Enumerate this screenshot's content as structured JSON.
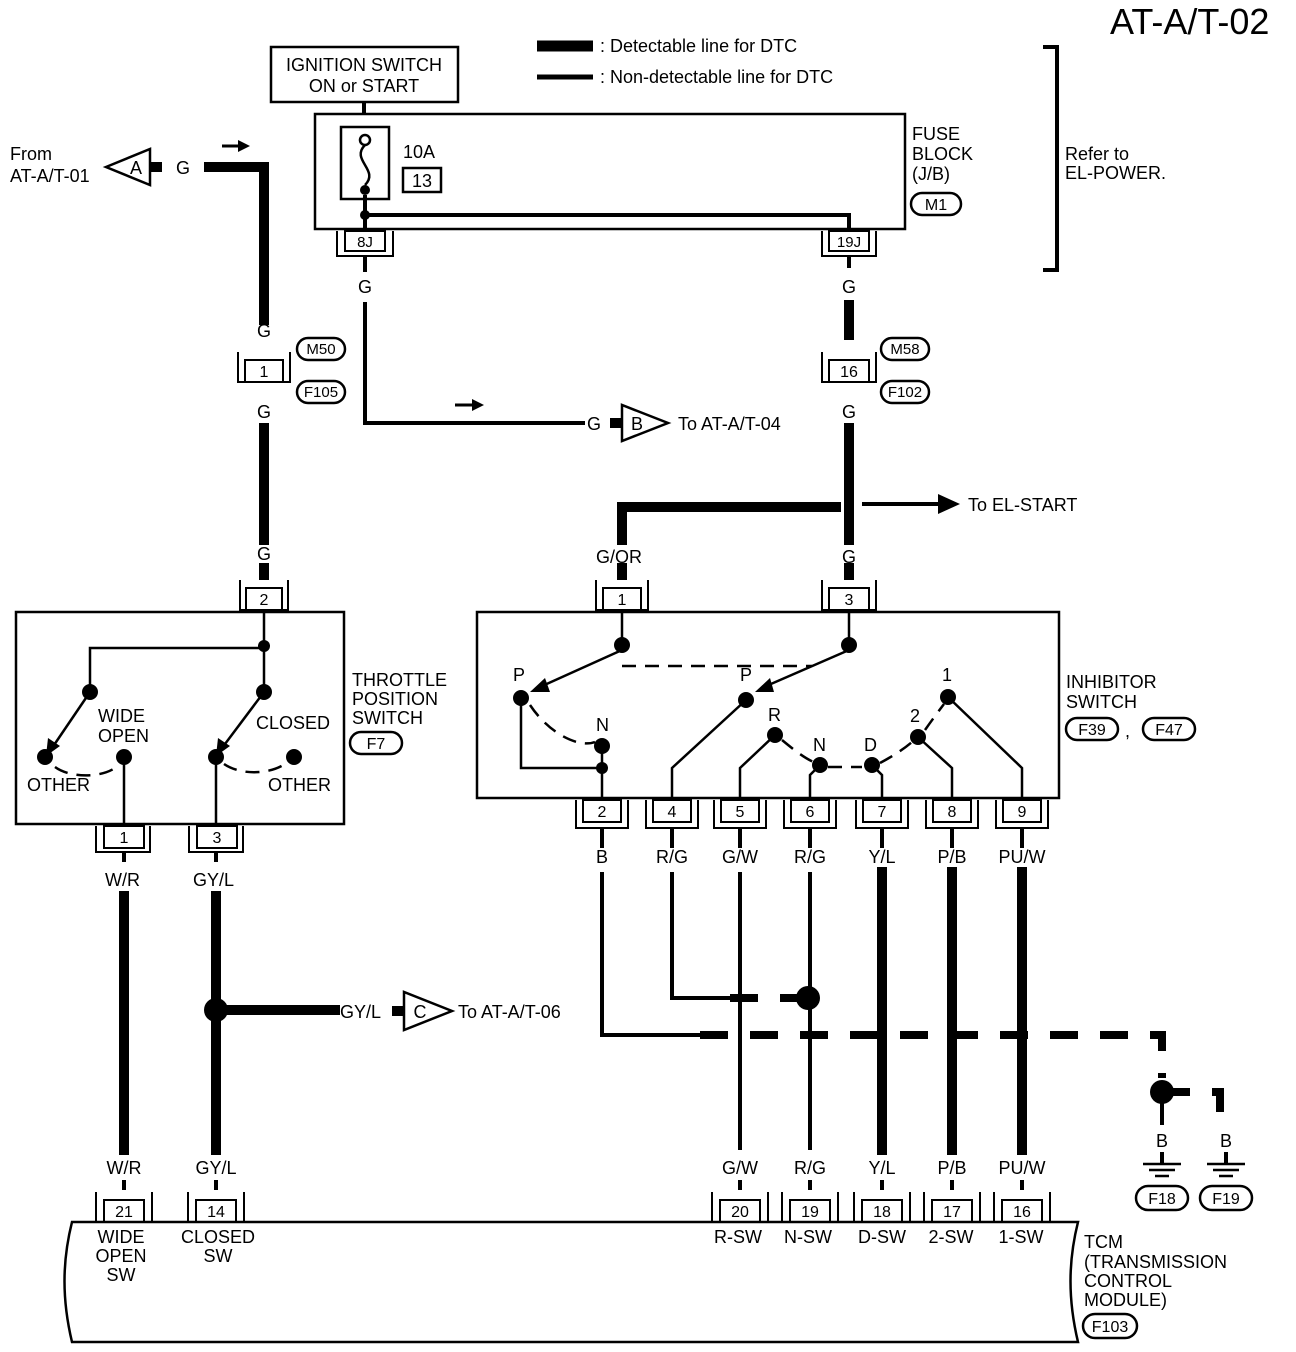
{
  "title": "AT-A/T-02",
  "legend": {
    "detectable": ": Detectable line for DTC",
    "non_detectable": ": Non-detectable line for DTC"
  },
  "power": {
    "ignition_line1": "IGNITION SWITCH",
    "ignition_line2": "ON or START",
    "fuse_rating": "10A",
    "fuse_number": "13",
    "fuse_block_line1": "FUSE",
    "fuse_block_line2": "BLOCK",
    "fuse_block_line3": "(J/B)",
    "fuse_block_connector": "M1",
    "refer_line1": "Refer to",
    "refer_line2": "EL-POWER.",
    "terminal_left": "8J",
    "terminal_right": "19J"
  },
  "from_ref": {
    "line1": "From",
    "line2": "AT-A/T-01",
    "letter": "A",
    "wire": "G"
  },
  "ref_b": {
    "letter": "B",
    "wire": "G",
    "to": "To AT-A/T-04"
  },
  "ref_c": {
    "letter": "C",
    "wire": "GY/L",
    "to": "To AT-A/T-06"
  },
  "to_el_start": "To EL-START",
  "joint_left": {
    "top_connector": "M50",
    "bottom_connector": "F105",
    "pin": "1",
    "wire_top": "G",
    "wire_bottom": "G"
  },
  "joint_right": {
    "top_connector": "M58",
    "bottom_connector": "F102",
    "pin": "16",
    "wire_top": "G",
    "wire_bottom": "G"
  },
  "wire_g_8j": "G",
  "wire_g_19j": "G",
  "throttle": {
    "label_line1": "THROTTLE",
    "label_line2": "POSITION",
    "label_line3": "SWITCH",
    "connector": "F7",
    "input_pin": "2",
    "input_wire": "G",
    "wide_open_line1": "WIDE",
    "wide_open_line2": "OPEN",
    "closed": "CLOSED",
    "other_left": "OTHER",
    "other_right": "OTHER",
    "pin_1": "1",
    "pin_3": "3",
    "wire_1": "W/R",
    "wire_3": "GY/L"
  },
  "inhibitor": {
    "label_line1": "INHIBITOR",
    "label_line2": "SWITCH",
    "connector_1": "F39",
    "connector_sep": ",",
    "connector_2": "F47",
    "pin_top_1": "1",
    "pin_top_3": "3",
    "wire_top_1": "G/OR",
    "wire_top_3": "G",
    "pos_p_left": "P",
    "pos_n_left": "N",
    "pos_p": "P",
    "pos_r": "R",
    "pos_n": "N",
    "pos_d": "D",
    "pos_2": "2",
    "pos_1": "1",
    "pins_bottom": [
      "2",
      "4",
      "5",
      "6",
      "7",
      "8",
      "9"
    ],
    "wires_bottom": [
      "B",
      "R/G",
      "G/W",
      "R/G",
      "Y/L",
      "P/B",
      "PU/W"
    ]
  },
  "ground": {
    "wire_1": "B",
    "wire_2": "B",
    "conn_1": "F18",
    "conn_2": "F19"
  },
  "tcm": {
    "label_line1": "TCM",
    "label_line2": "(TRANSMISSION",
    "label_line3": "CONTROL",
    "label_line4": "MODULE)",
    "connector": "F103",
    "terminals": [
      {
        "pin": "21",
        "wire": "W/R",
        "label_line1": "WIDE",
        "label_line2": "OPEN",
        "label_line3": "SW"
      },
      {
        "pin": "14",
        "wire": "GY/L",
        "label_line1": "CLOSED",
        "label_line2": "SW"
      },
      {
        "pin": "20",
        "wire": "G/W",
        "label_line1": "R-SW"
      },
      {
        "pin": "19",
        "wire": "R/G",
        "label_line1": "N-SW"
      },
      {
        "pin": "18",
        "wire": "Y/L",
        "label_line1": "D-SW"
      },
      {
        "pin": "17",
        "wire": "P/B",
        "label_line1": "2-SW"
      },
      {
        "pin": "16",
        "wire": "PU/W",
        "label_line1": "1-SW"
      }
    ]
  }
}
